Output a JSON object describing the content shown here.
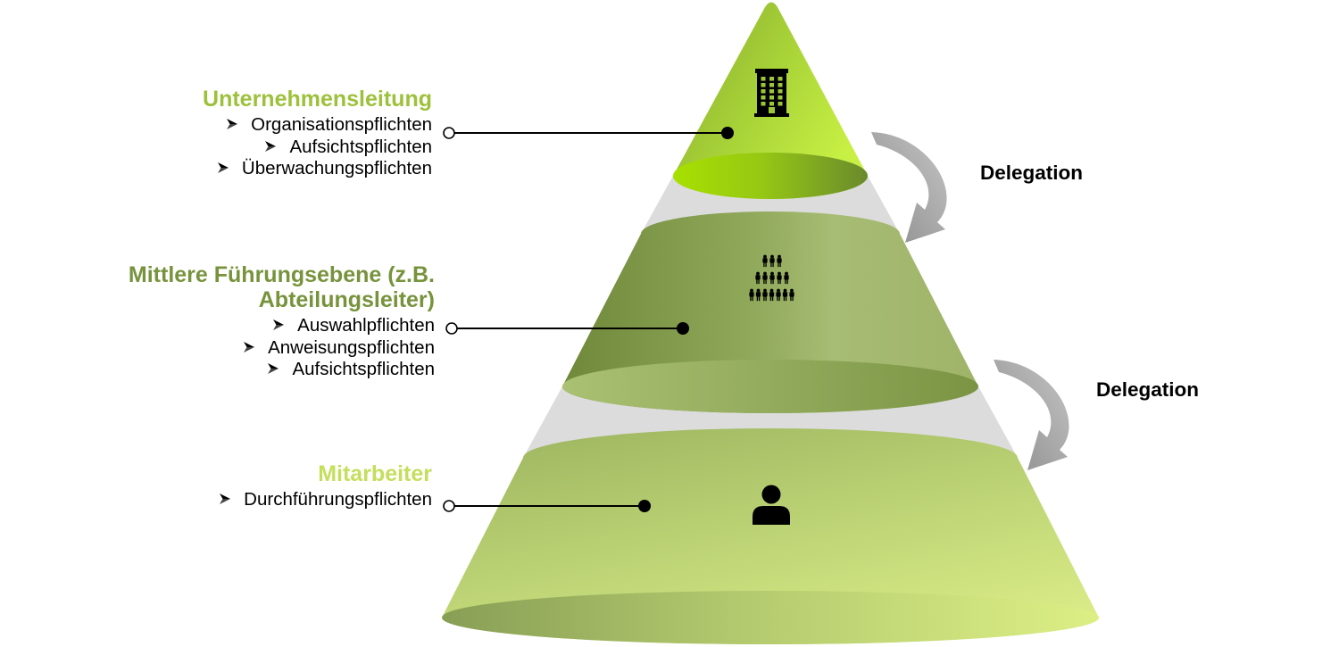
{
  "tiers": [
    {
      "title_lines": [
        "Unternehmensleitung"
      ],
      "title_color": "#9dc13b",
      "duties": [
        "Organisationspflichten",
        "Aufsichtspflichten",
        "Überwachungspflichten"
      ],
      "icon": "building-icon"
    },
    {
      "title_lines": [
        "Mittlere Führungsebene (z.B.",
        "Abteilungsleiter)"
      ],
      "title_color": "#77933c",
      "duties": [
        "Auswahlpflichten",
        "Anweisungspflichten",
        "Aufsichtspflichten"
      ],
      "icon": "people-pyramid-icon"
    },
    {
      "title_lines": [
        "Mitarbeiter"
      ],
      "title_color": "#c3df5c",
      "duties": [
        "Durchführungspflichten"
      ],
      "icon": "person-icon"
    }
  ],
  "delegations": [
    {
      "label": "Delegation",
      "icon": "curved-arrow-icon"
    },
    {
      "label": "Delegation",
      "icon": "curved-arrow-icon"
    }
  ],
  "bullet_icon": "arrowhead-bullet-icon",
  "connector_icons": [
    "open-circle-icon",
    "filled-dot-icon"
  ],
  "colors": {
    "gap": "#dcdcdc",
    "arrow": "#a8a8a8",
    "icon": "#000000"
  }
}
